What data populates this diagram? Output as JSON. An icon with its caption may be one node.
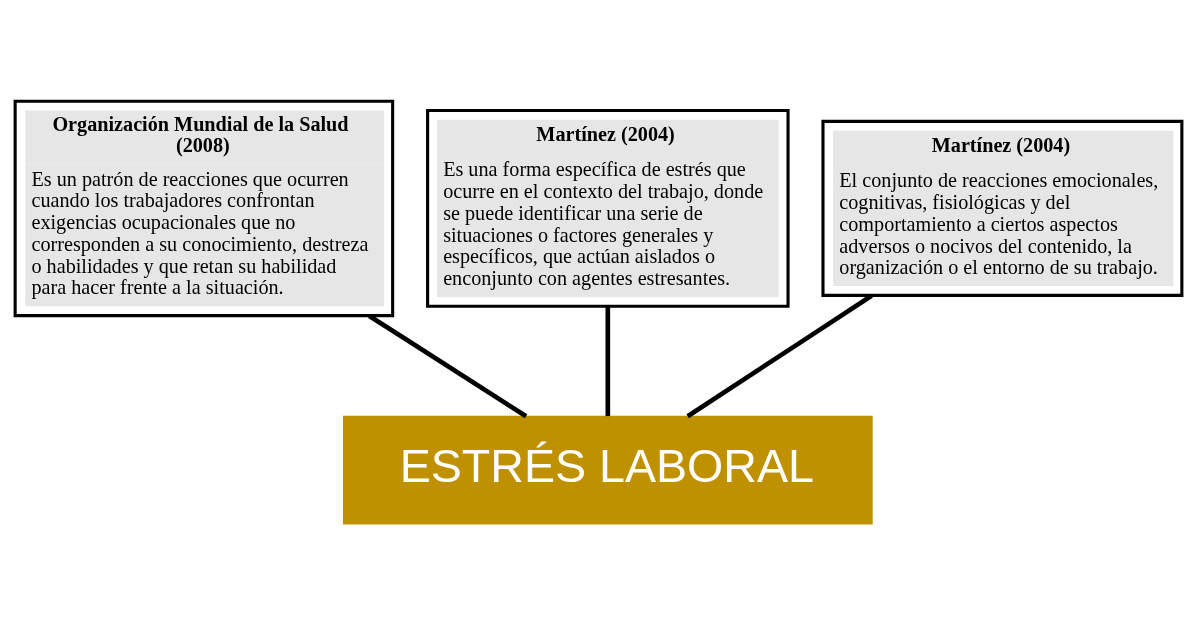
{
  "diagram": {
    "nodes": [
      {
        "text": [
          "Organización Mundial de la Salud (2008)",
          "Es un patrón de reacciones que ocurren cuando los trabajadores confrontan exigencias ocupacionales que no corresponden a su conocimiento, destreza o habilidades y que retan su habilidad para hacer frente a la situación."
        ]
      },
      {
        "text": [
          "Martínez (2004)",
          "Es una forma específica de estrés que ocurre en el contexto del trabajo, donde se puede identificar una serie de situaciones o factores generales y específicos, que actúan aislados o enconjunto con agentes estresantes."
        ]
      },
      {
        "text": [
          "Martínez (2004)",
          "El conjunto de reacciones emocionales, cognitivas, fisiológicas y del comportamiento a ciertos aspectos adversos o nocivos del contenido, la organización o el entorno de su trabajo."
        ]
      },
      {
        "text": [
          "ESTRÉS LABORAL"
        ]
      }
    ],
    "edges": [
      {
        "from": 0,
        "to": 3,
        "arrow": "none"
      },
      {
        "from": 1,
        "to": 3,
        "arrow": "none"
      },
      {
        "from": 2,
        "to": 3,
        "arrow": "none"
      }
    ]
  }
}
